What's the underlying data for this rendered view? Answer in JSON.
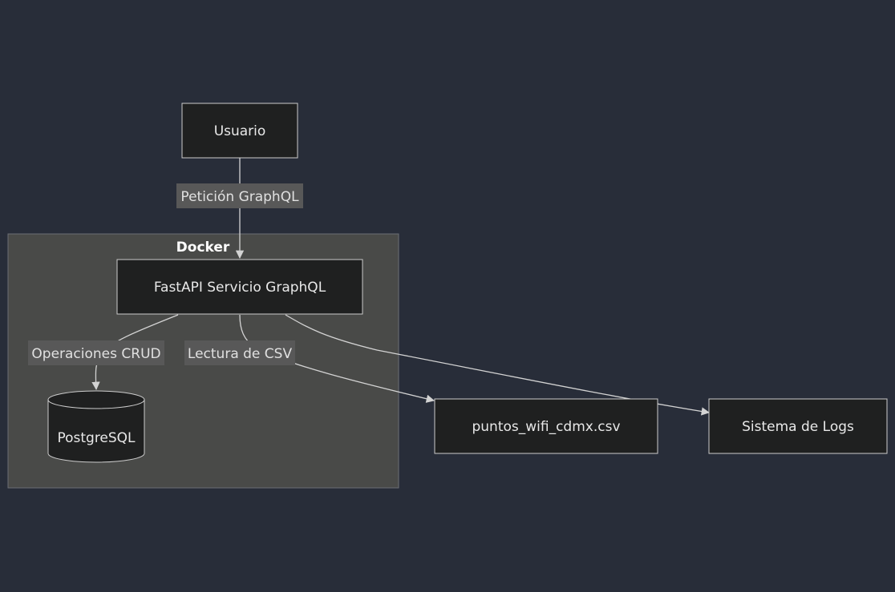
{
  "diagram": {
    "cluster": {
      "label": "Docker"
    },
    "nodes": {
      "usuario": {
        "label": "Usuario"
      },
      "fastapi": {
        "label": "FastAPI Servicio GraphQL"
      },
      "postgres": {
        "label": "PostgreSQL"
      },
      "csv": {
        "label": "puntos_wifi_cdmx.csv"
      },
      "logs": {
        "label": "Sistema de Logs"
      }
    },
    "edges": {
      "usuario_fastapi": {
        "label": "Petición GraphQL"
      },
      "fastapi_postgres": {
        "label": "Operaciones CRUD"
      },
      "fastapi_csv": {
        "label": "Lectura de CSV"
      },
      "fastapi_logs": {
        "label": ""
      }
    }
  },
  "colors": {
    "background": "#282d39",
    "node_fill": "#1f2020",
    "node_stroke": "#cccccc",
    "cluster_fill": "#494a48",
    "cluster_stroke": "#6b6e75",
    "edge": "#d3d3d3",
    "edge_label_bg": "#585858"
  }
}
